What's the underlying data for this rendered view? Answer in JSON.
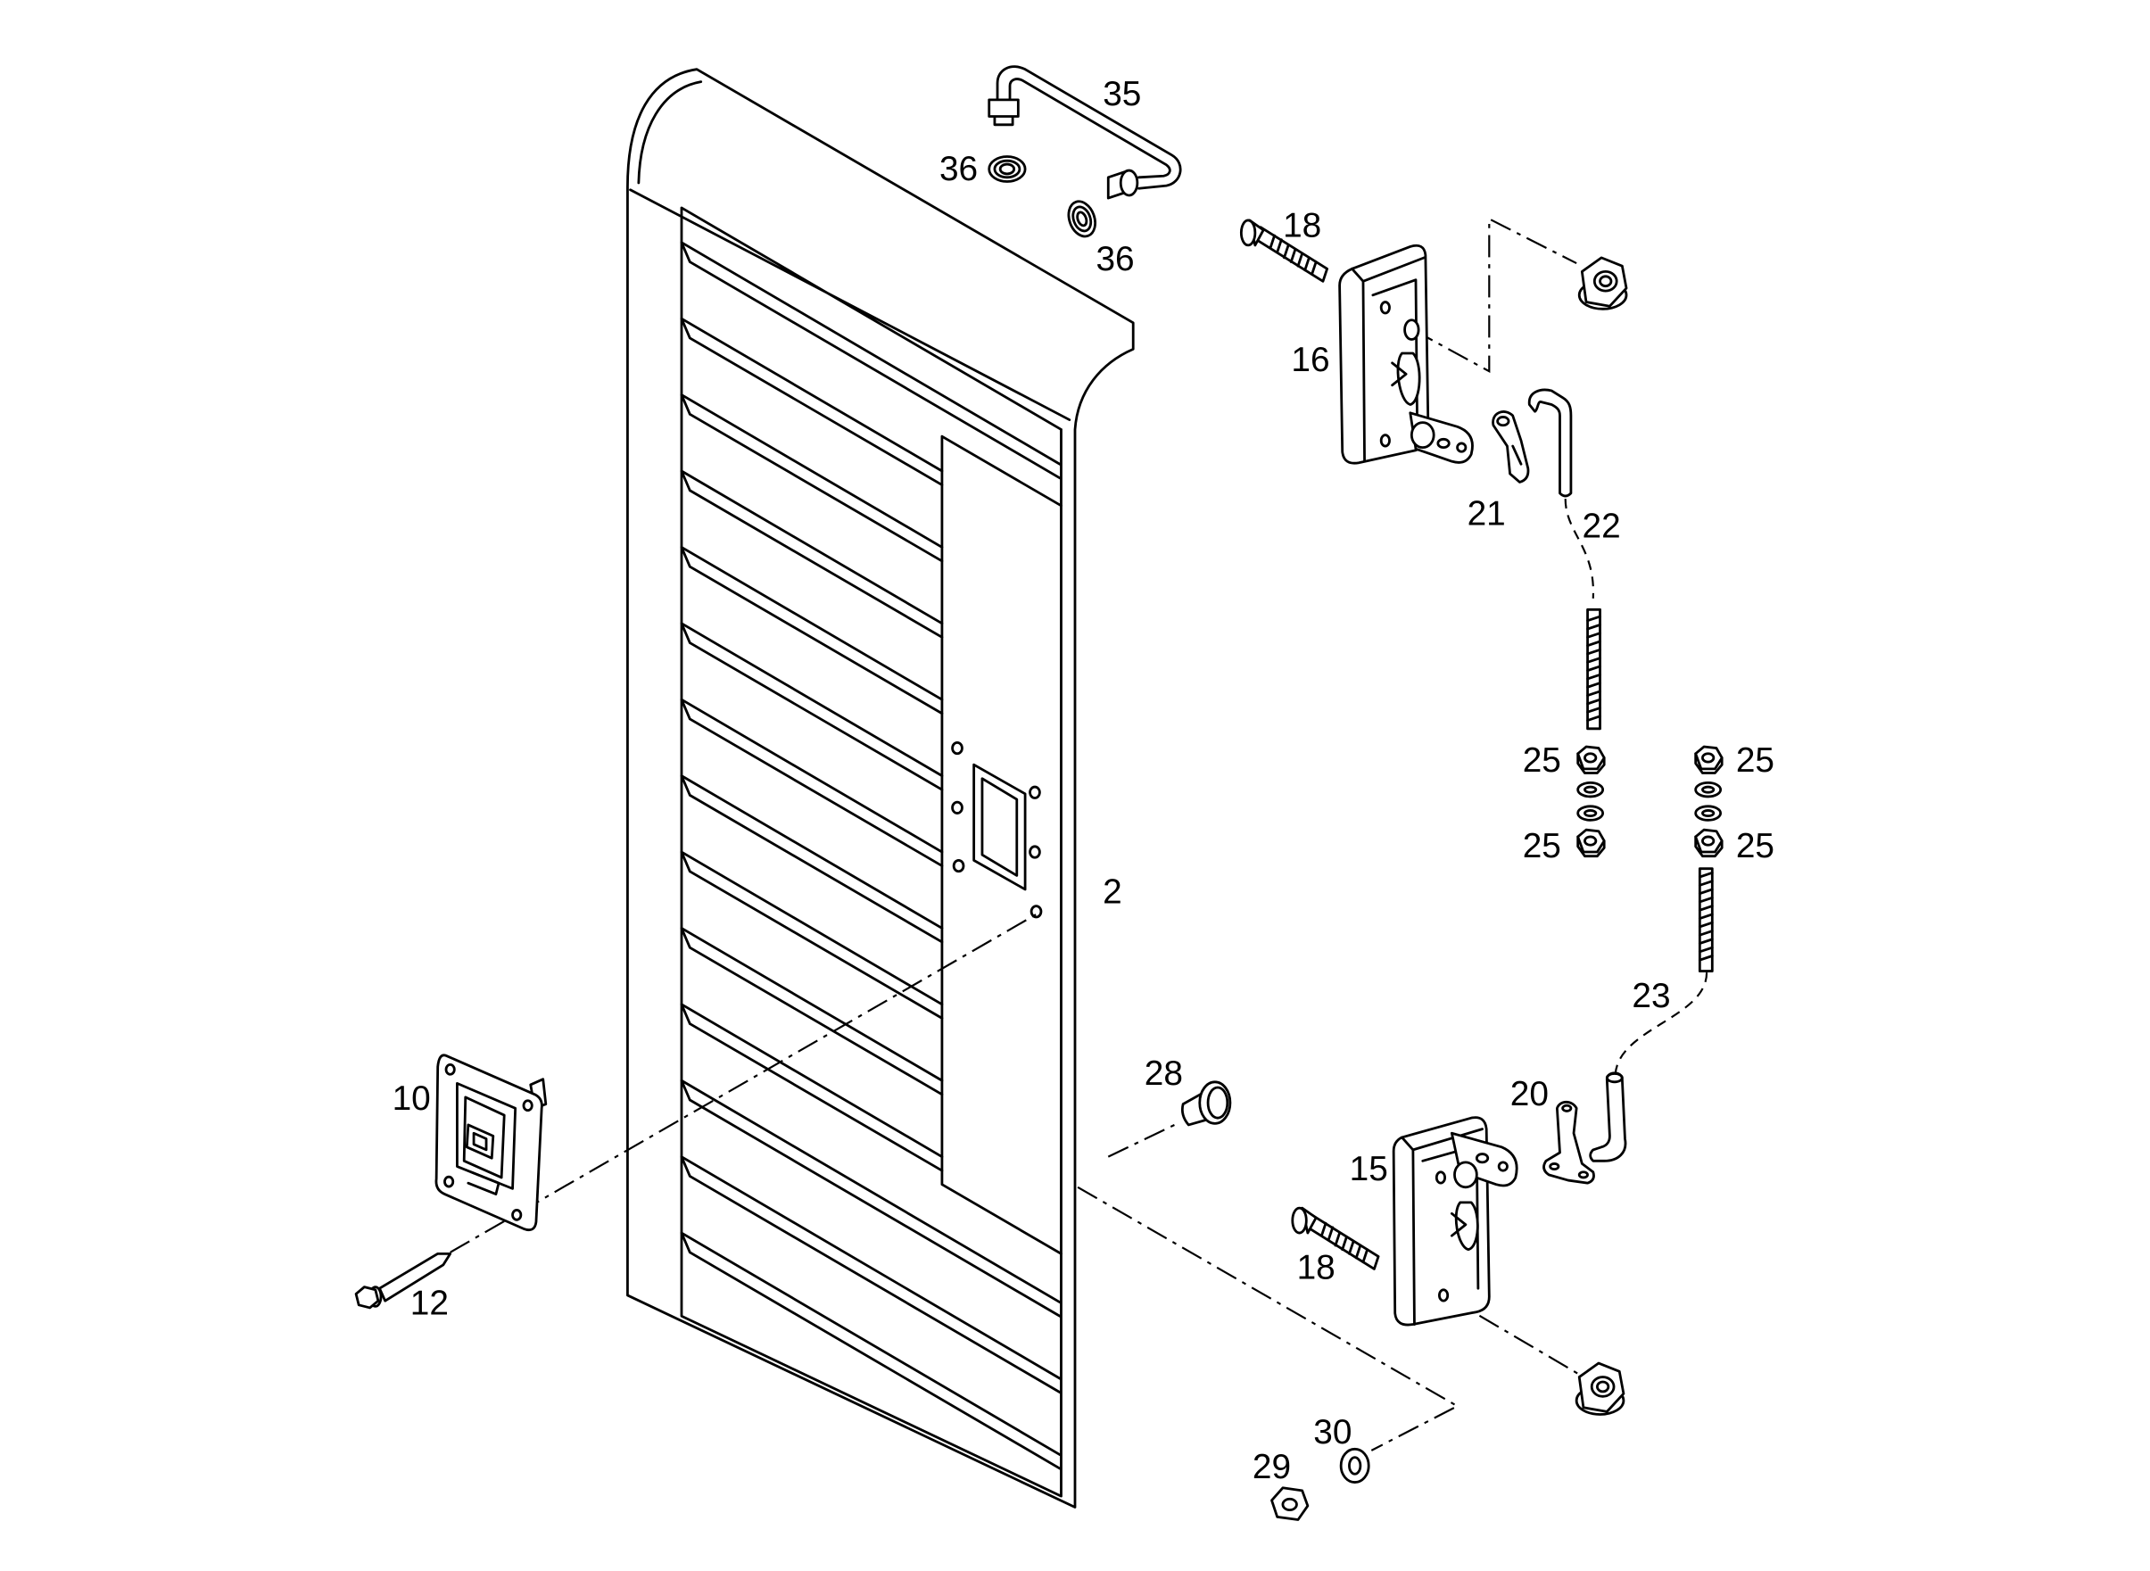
{
  "colors": {
    "line": "#000000",
    "background": "#ffffff"
  },
  "callouts": [
    "35",
    "36",
    "36",
    "18",
    "16",
    "21",
    "22",
    "25",
    "25",
    "25",
    "25",
    "2",
    "23",
    "28",
    "20",
    "10",
    "15",
    "18",
    "12",
    "30",
    "29"
  ]
}
